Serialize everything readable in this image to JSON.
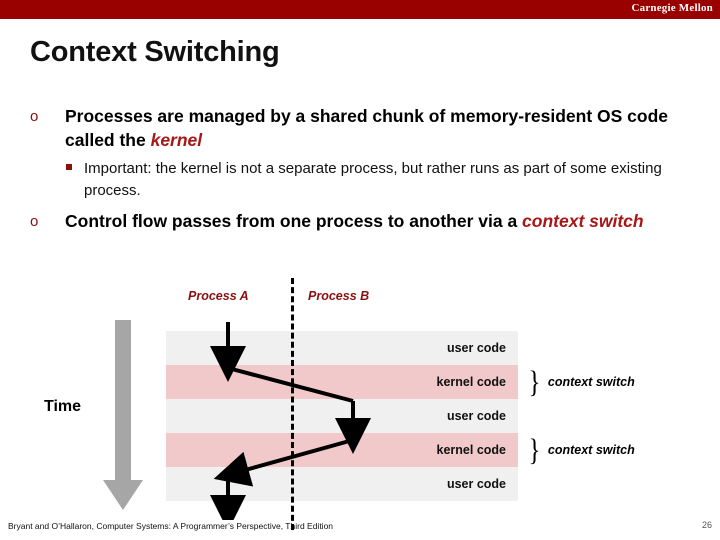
{
  "brand": {
    "name": "Carnegie Mellon",
    "bar_color": "#990000"
  },
  "title": "Context Switching",
  "bullets": [
    {
      "level": 1,
      "marker": "o",
      "text_before": "Processes are managed by a shared chunk of memory-resident OS code called the ",
      "emphasis": "kernel",
      "text_after": ""
    },
    {
      "level": 2,
      "marker": "square",
      "text_before": "Important: the kernel is not a separate process, but rather runs as part of some existing process.",
      "emphasis": "",
      "text_after": ""
    },
    {
      "level": 1,
      "marker": "o",
      "text_before": "Control flow passes from one process to another via a ",
      "emphasis": "context switch",
      "text_after": ""
    }
  ],
  "diagram": {
    "time_label": "Time",
    "time_arrow_icon": "down-arrow-icon",
    "process_a_label": "Process A",
    "process_b_label": "Process B",
    "divider_style": "dashed",
    "rows": [
      {
        "label": "user code",
        "kind": "user"
      },
      {
        "label": "kernel code",
        "kind": "kernel"
      },
      {
        "label": "user code",
        "kind": "user"
      },
      {
        "label": "kernel code",
        "kind": "kernel"
      },
      {
        "label": "user code",
        "kind": "user"
      }
    ],
    "annotations": [
      {
        "brace": "}",
        "label": "context switch"
      },
      {
        "brace": "}",
        "label": "context switch"
      }
    ],
    "colors": {
      "user_row": "#f0f0f0",
      "kernel_row": "#f2c9ca",
      "accent_red": "#8a1010",
      "time_arrow": "#a6a6a6"
    }
  },
  "footer": {
    "citation": "Bryant and O’Hallaron, Computer Systems: A Programmer’s Perspective, Third Edition",
    "page_number": "26"
  }
}
